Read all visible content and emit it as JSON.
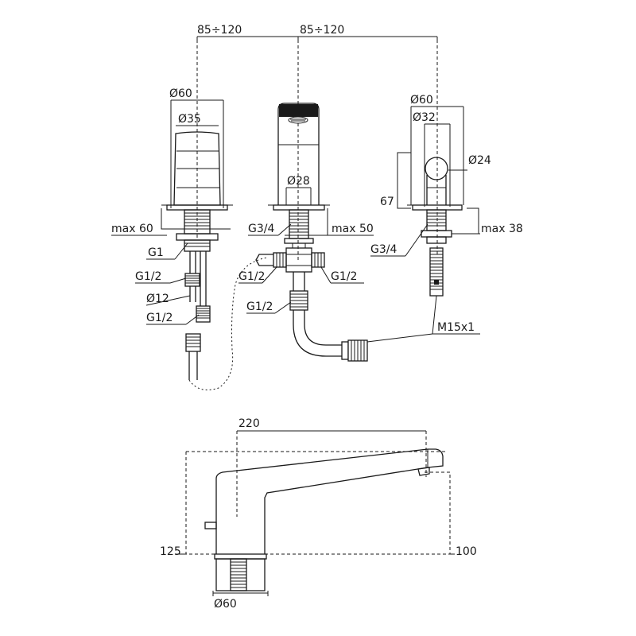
{
  "diagram": {
    "top_view": {
      "spacing_left": "85÷120",
      "spacing_right": "85÷120",
      "left_handle": {
        "outer_diameter": "Ø60",
        "inner_diameter": "Ø35",
        "max_thickness": "max 60",
        "thread_main": "G1",
        "thread_hose": "G1/2",
        "hose_diameter": "Ø12",
        "thread_hose_end": "G1/2"
      },
      "spout": {
        "diameter": "Ø28",
        "thread_main": "G3/4",
        "max_thickness": "max 50",
        "tee_left": "G1/2",
        "tee_right": "G1/2",
        "tee_bottom": "G1/2"
      },
      "right_handle": {
        "outer_diameter": "Ø60",
        "inner_diameter": "Ø32",
        "knob_diameter": "Ø24",
        "height": "67",
        "thread_main": "G3/4",
        "max_thickness": "max 38",
        "rod_thread": "M15x1"
      }
    },
    "side_view": {
      "reach": "220",
      "height_left": "125",
      "height_right": "100",
      "base_diameter": "Ø60"
    }
  }
}
